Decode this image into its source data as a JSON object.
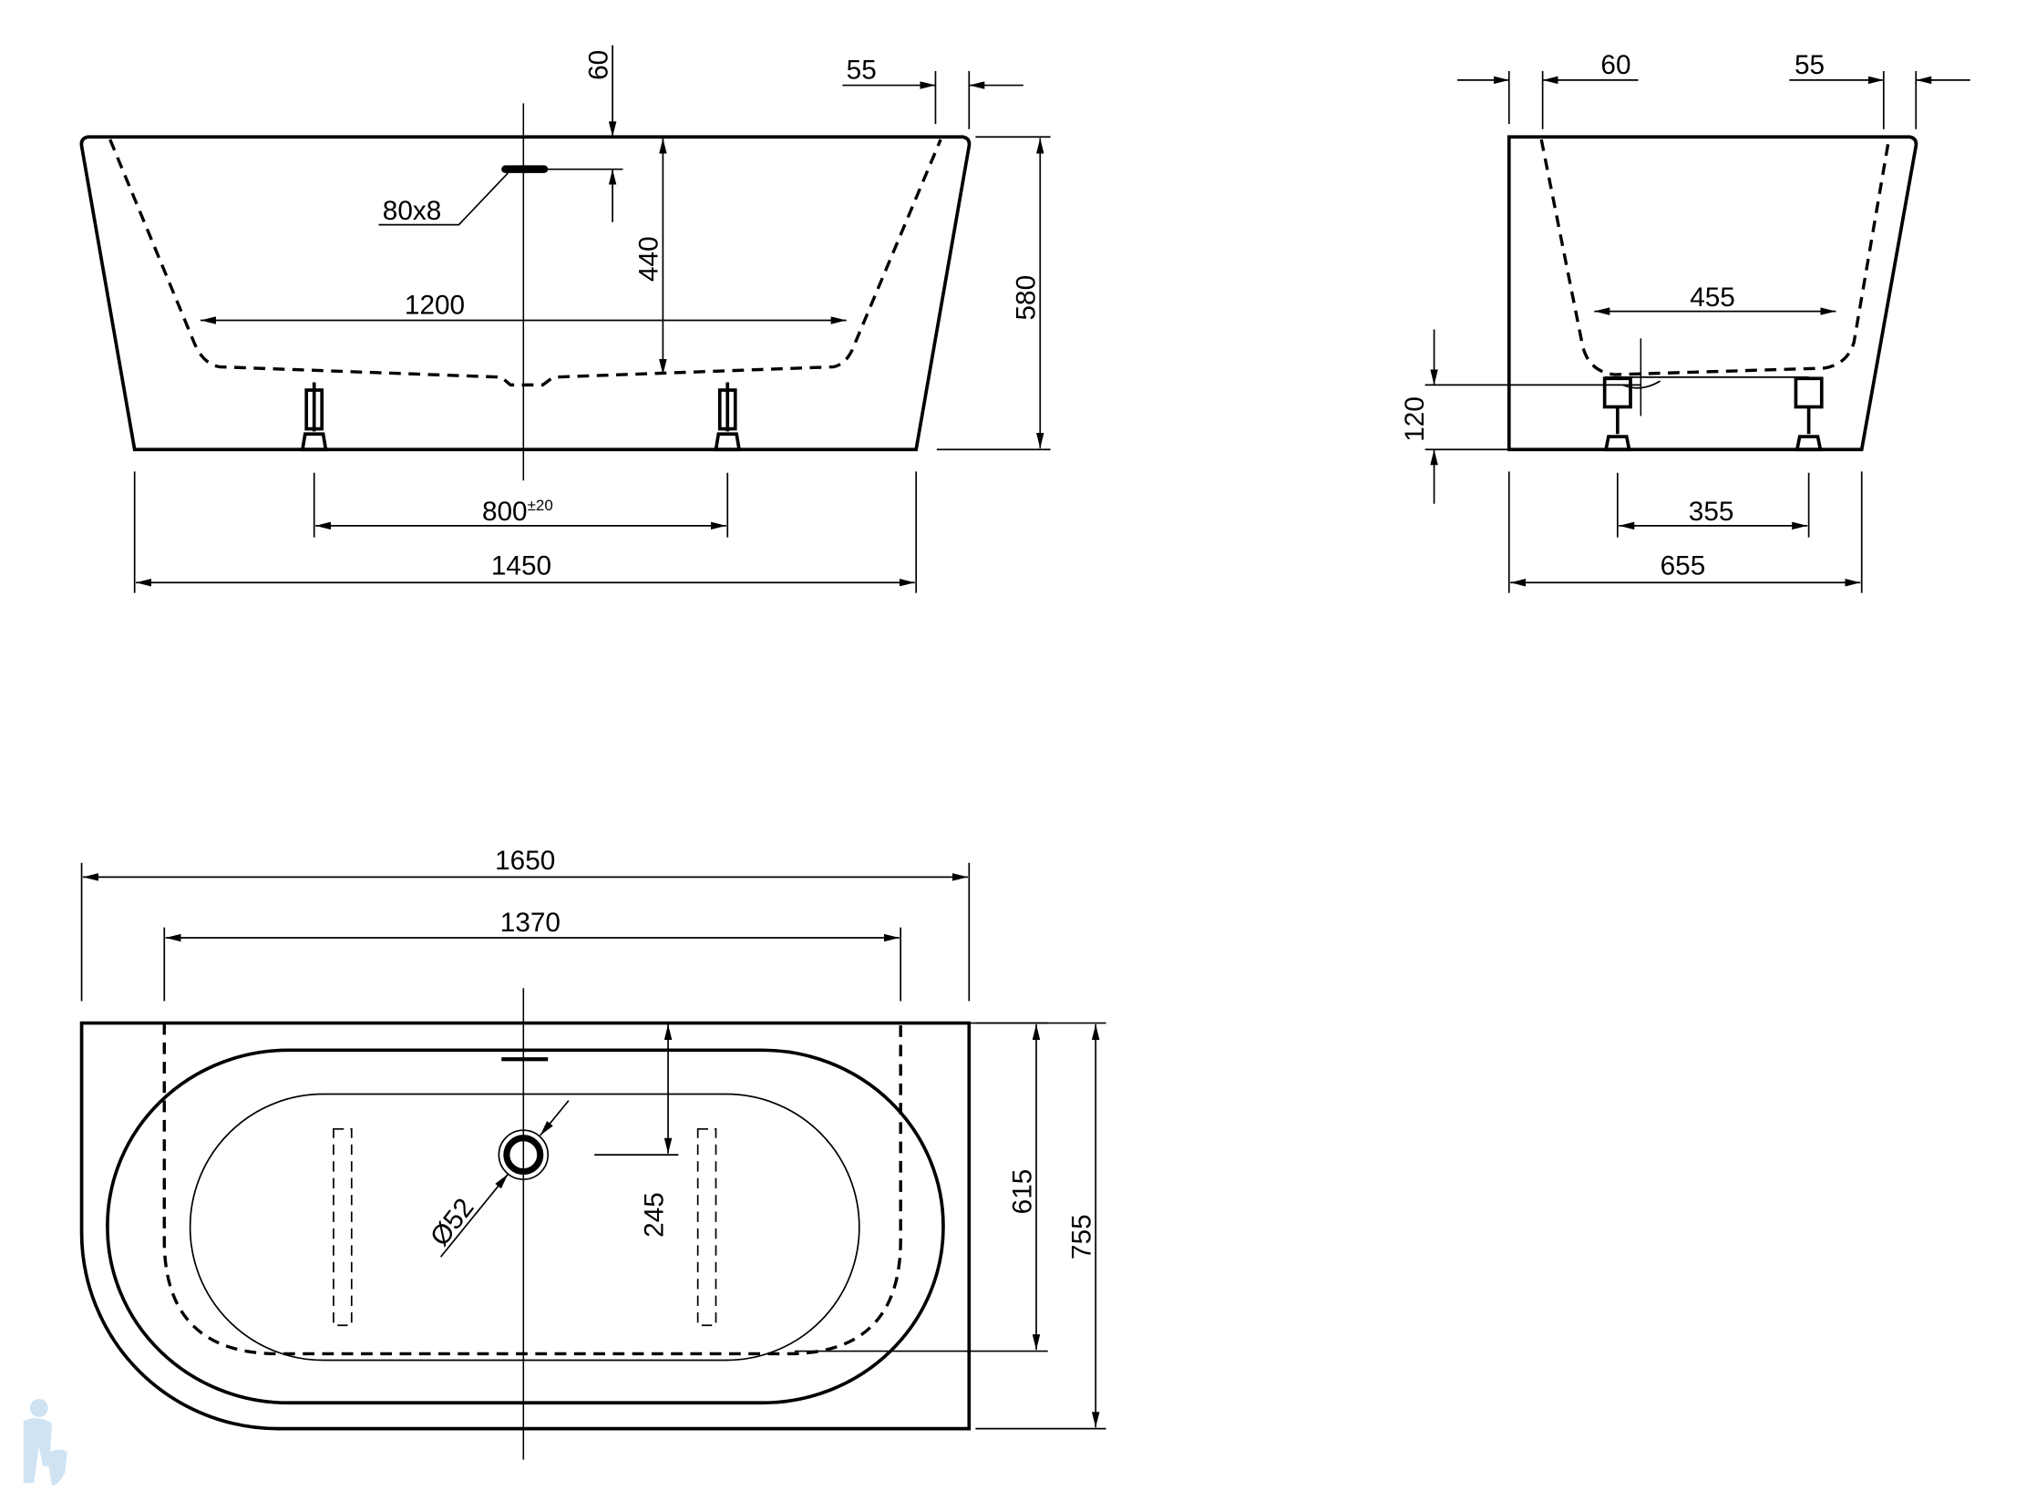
{
  "front_view": {
    "overflow_size": "80x8",
    "overflow_depth": "60",
    "rim_width": "55",
    "water_depth": "440",
    "height": "580",
    "inner_bottom_length": "1200",
    "feet_spacing": "800",
    "feet_spacing_tolerance": "±20",
    "bottom_length": "1450"
  },
  "side_view": {
    "rim_left": "60",
    "rim_right": "55",
    "inner_bottom_width": "455",
    "feet_height": "120",
    "feet_spacing": "355",
    "bottom_width": "655"
  },
  "plan_view": {
    "total_length": "1650",
    "inner_length": "1370",
    "drain_offset": "245",
    "drain_diameter": "Ø52",
    "inner_width": "615",
    "total_width": "755"
  },
  "colors": {
    "line": "#000000",
    "watermark": "#cfe3f3"
  }
}
